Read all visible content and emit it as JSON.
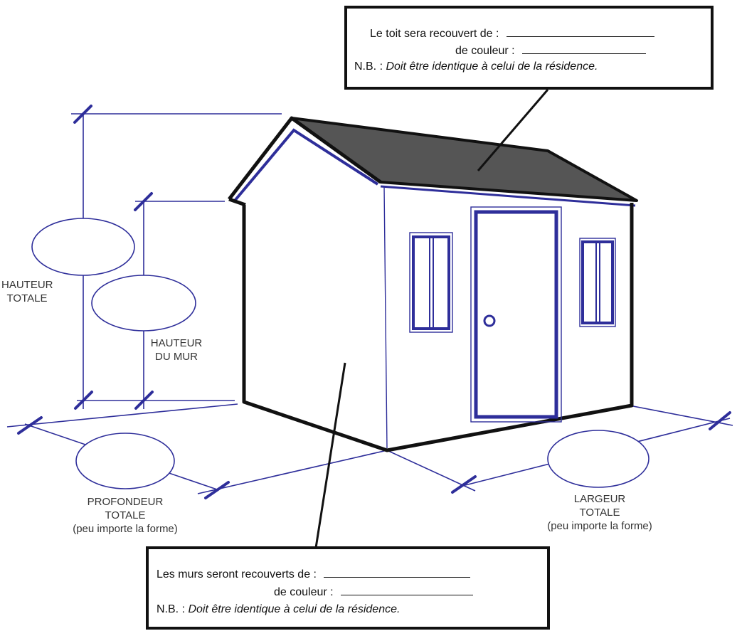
{
  "colors": {
    "dimension_line": "#2e2e9a",
    "outline": "#111111",
    "roof_fill": "#555555",
    "door_and_trim": "#2e2e9a"
  },
  "roof_box": {
    "line1_label": "Le toit sera recouvert de :",
    "line2_label": "de couleur :",
    "nb_prefix": "N.B. :",
    "nb_note": "Doit être identique à celui de la résidence."
  },
  "walls_box": {
    "line1_label": "Les murs seront recouverts de :",
    "line2_label": "de couleur :",
    "nb_prefix": "N.B. :",
    "nb_note": "Doit être identique à celui de la résidence."
  },
  "labels": {
    "total_height_l1": "HAUTEUR",
    "total_height_l2": "TOTALE",
    "wall_height_l1": "HAUTEUR",
    "wall_height_l2": "DU MUR",
    "total_depth_l1": "PROFONDEUR",
    "total_depth_l2": "TOTALE",
    "total_depth_l3": "(peu importe la forme)",
    "total_width_l1": "LARGEUR",
    "total_width_l2": "TOTALE",
    "total_width_l3": "(peu importe la forme)"
  }
}
